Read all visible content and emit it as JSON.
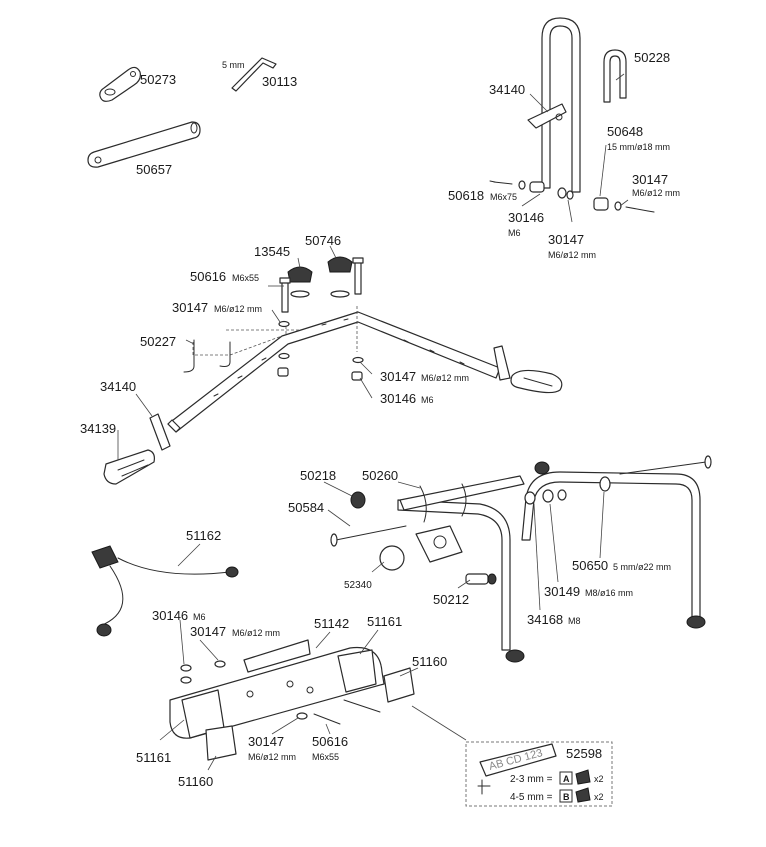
{
  "labels": {
    "p50273": "50273",
    "p30113": "30113",
    "p30113_size": "5 mm",
    "p50657": "50657",
    "p34140_top": "34140",
    "p50228": "50228",
    "p50648": "50648",
    "p50648_spec": "15 mm/ø18 mm",
    "p50618": "50618",
    "p50618_spec": "M6x75",
    "p30147_tr": "30147",
    "p30147_tr_spec": "M6/ø12 mm",
    "p30146_top": "30146",
    "p30146_top_spec": "M6",
    "p30147_top": "30147",
    "p30147_top_spec": "M6/ø12 mm",
    "p13545": "13545",
    "p50746": "50746",
    "p50616_mid": "50616",
    "p50616_mid_spec": "M6x55",
    "p30147_mid": "30147",
    "p30147_mid_spec": "M6/ø12 mm",
    "p50227": "50227",
    "p30147_mid2": "30147",
    "p30147_mid2_spec": "M6/ø12 mm",
    "p30146_mid": "30146",
    "p30146_mid_spec": "M6",
    "p34140_mid": "34140",
    "p34139": "34139",
    "p50218": "50218",
    "p50260": "50260",
    "p50584": "50584",
    "p52340": "52340",
    "p50212": "50212",
    "p34168": "34168",
    "p34168_spec": "M8",
    "p30149": "30149",
    "p30149_spec": "M8/ø16 mm",
    "p50650": "50650",
    "p50650_spec": "5 mm/ø22 mm",
    "p51162": "51162",
    "p30146_bot": "30146",
    "p30146_bot_spec": "M6",
    "p30147_bot": "30147",
    "p30147_bot_spec": "M6/ø12 mm",
    "p51142": "51142",
    "p51161_right": "51161",
    "p51160_right": "51160",
    "p51161_left": "51161",
    "p51160_left": "51160",
    "p30147_bot2": "30147",
    "p30147_bot2_spec": "M6/ø12 mm",
    "p50616_bot": "50616",
    "p50616_bot_spec": "M6x55",
    "p52598": "52598",
    "plate_text": "AB CD 123",
    "row_a_text": "2-3 mm =",
    "row_a_letter": "A",
    "row_a_qty": "x2",
    "row_b_text": "4-5 mm =",
    "row_b_letter": "B",
    "row_b_qty": "x2"
  }
}
